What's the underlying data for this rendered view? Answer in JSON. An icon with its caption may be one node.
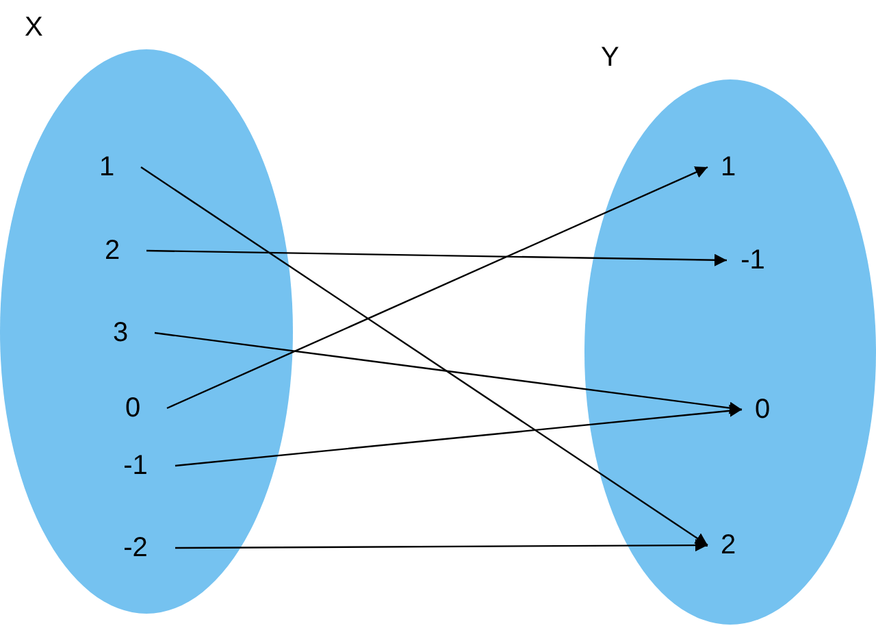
{
  "diagram": {
    "nodes": [
      {
        "text": [
          "X"
        ]
      },
      {
        "text": [
          "1"
        ],
        "in": 0
      },
      {
        "text": [
          "2"
        ],
        "in": 0
      },
      {
        "text": [
          "3"
        ],
        "in": 0
      },
      {
        "text": [
          "0"
        ],
        "in": 0
      },
      {
        "text": [
          "-1"
        ],
        "in": 0
      },
      {
        "text": [
          "-2"
        ],
        "in": 0
      },
      {
        "text": [
          "Y"
        ]
      },
      {
        "text": [
          "1"
        ],
        "in": 7
      },
      {
        "text": [
          "-1"
        ],
        "in": 7
      },
      {
        "text": [
          "0"
        ],
        "in": 7
      },
      {
        "text": [
          "2"
        ],
        "in": 7
      }
    ],
    "edges": [
      {
        "from": 1,
        "to": 11,
        "arrow": "to"
      },
      {
        "from": 2,
        "to": 9,
        "arrow": "to"
      },
      {
        "from": 3,
        "to": 10,
        "arrow": "to"
      },
      {
        "from": 4,
        "to": 8,
        "arrow": "to"
      },
      {
        "from": 5,
        "to": 10,
        "arrow": "to"
      },
      {
        "from": 6,
        "to": 11,
        "arrow": "to"
      }
    ]
  }
}
